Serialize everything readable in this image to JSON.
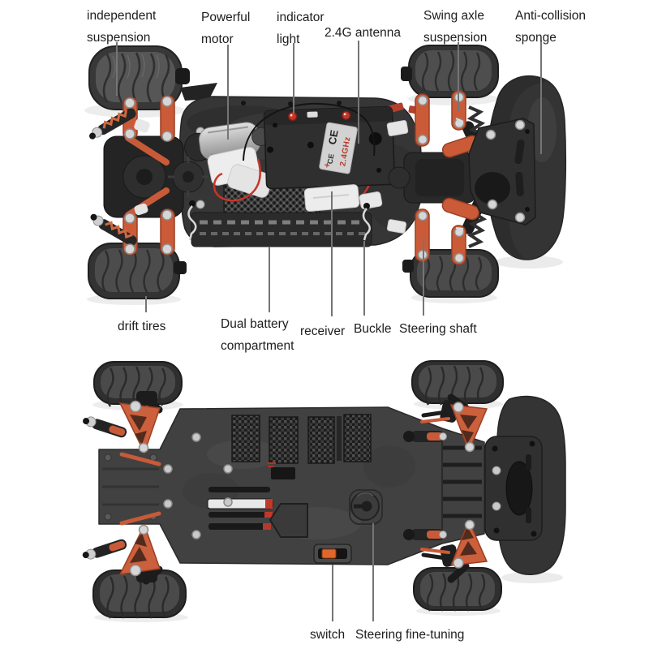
{
  "product": "RC drift car chassis parts diagram",
  "callouts": {
    "independent_suspension": {
      "line1": "independent",
      "line2": "suspension"
    },
    "powerful_motor": {
      "line1": "Powerful",
      "line2": "motor"
    },
    "indicator_light": {
      "line1": "indicator",
      "line2": "light"
    },
    "antenna_24g": {
      "line1": "2.4G antenna"
    },
    "swing_axle_suspension": {
      "line1": "Swing axle",
      "line2": "suspension"
    },
    "anti_collision_sponge": {
      "line1": "Anti-collision",
      "line2": "sponge"
    },
    "drift_tires": {
      "line1": "drift tires"
    },
    "dual_battery_compartment": {
      "line1": "Dual battery",
      "line2": "compartment"
    },
    "receiver": {
      "line1": "receiver"
    },
    "buckle": {
      "line1": "Buckle"
    },
    "steering_shaft": {
      "line1": "Steering shaft"
    },
    "switch": {
      "line1": "switch"
    },
    "steering_fine_tuning": {
      "line1": "Steering fine-tuning"
    }
  },
  "top_view": {
    "sticker": {
      "ce": "CE",
      "freq": "2.4GHz"
    }
  },
  "colors": {
    "label_text": "#1d1d1d",
    "leader_line": "#757575",
    "suspension_orange": "#cc5f3c",
    "wire_red": "#c93528",
    "switch_toggle_orange": "#e0662a",
    "chassis_dark": "#3a3a3a",
    "led_red": "#c4372a"
  }
}
